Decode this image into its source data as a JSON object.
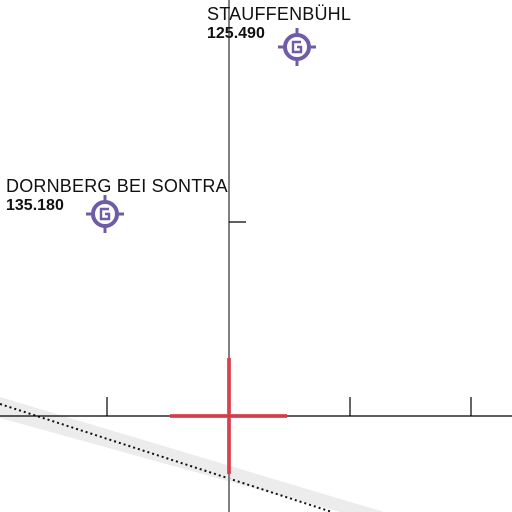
{
  "map": {
    "colors": {
      "background": "#ffffff",
      "airfield_symbol": "#6f5ca6",
      "axis_line": "#000000",
      "vertical_line": "#808080",
      "cursor": "#e03a45",
      "route_band": "#e8e8e8",
      "route_dots": "#111111"
    }
  },
  "airfields": [
    {
      "name": "STAUFFENBÜHL",
      "frequency": "125.490",
      "icon": "glider-airfield-icon"
    },
    {
      "name": "DORNBERG BEI SONTRA",
      "frequency": "135.180",
      "icon": "glider-airfield-icon"
    }
  ]
}
